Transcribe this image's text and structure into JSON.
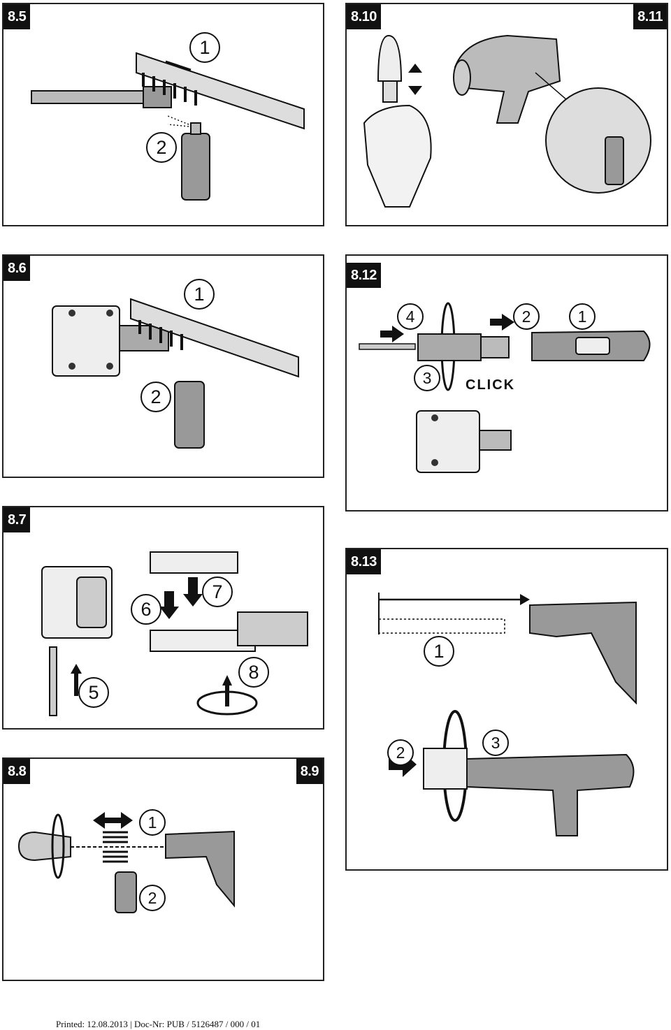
{
  "panels": {
    "p85": {
      "tag": "8.5",
      "step1": "1",
      "step2": "2"
    },
    "p810": {
      "tag": "8.10"
    },
    "p811": {
      "tag": "8.11"
    },
    "p86": {
      "tag": "8.6",
      "step1": "1",
      "step2": "2"
    },
    "p812": {
      "tag": "8.12",
      "step1": "1",
      "step2": "2",
      "step3": "3",
      "step4": "4",
      "click": "CLICK"
    },
    "p87": {
      "tag": "8.7",
      "step5": "5",
      "step6": "6",
      "step7": "7",
      "step8": "8"
    },
    "p813": {
      "tag": "8.13",
      "step1": "1",
      "step2": "2",
      "step3": "3"
    },
    "p88": {
      "tag": "8.8",
      "step1": "1",
      "step2": "2"
    },
    "p89": {
      "tag": "8.9"
    }
  },
  "footer": {
    "text": "Printed: 12.08.2013 | Doc-Nr: PUB / 5126487 / 000 / 01"
  },
  "colors": {
    "ink": "#111111",
    "tool_grey": "#9a9a9a",
    "light_grey": "#d8d8d8"
  }
}
